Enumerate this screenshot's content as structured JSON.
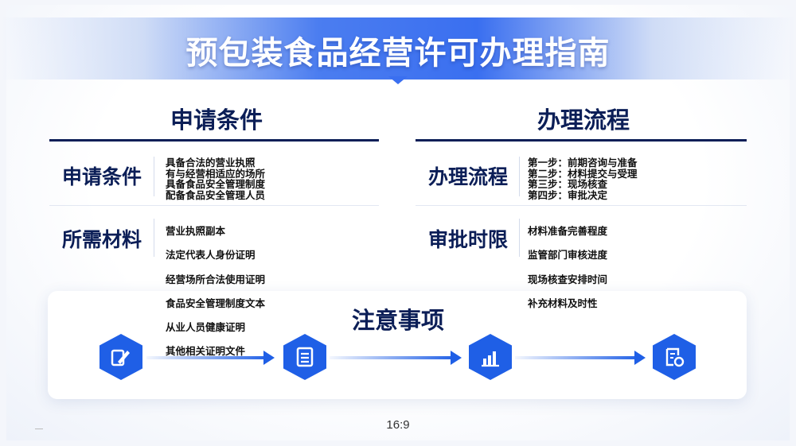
{
  "title": "预包装食品经营许可办理指南",
  "left": {
    "heading": "申请条件",
    "rows": [
      {
        "label": "申请条件",
        "items": [
          "具备合法的营业执照",
          "有与经营相适应的场所",
          "具备食品安全管理制度",
          "配备食品安全管理人员"
        ]
      },
      {
        "label": "所需材料",
        "items": [
          "营业执照副本",
          "法定代表人身份证明",
          "经营场所合法使用证明",
          "食品安全管理制度文本",
          "从业人员健康证明",
          "其他相关证明文件"
        ]
      }
    ]
  },
  "right": {
    "heading": "办理流程",
    "rows": [
      {
        "label": "办理流程",
        "items": [
          "第一步：前期咨询与准备",
          "第二步：材料提交与受理",
          "第三步：现场核查",
          "第四步：审批决定"
        ]
      },
      {
        "label": "审批时限",
        "items": [
          "材料准备完善程度",
          "监管部门审核进度",
          "现场核查安排时间",
          "补充材料及时性"
        ]
      }
    ]
  },
  "notice": {
    "title": "注意事项",
    "icons": [
      "edit-document-icon",
      "document-list-icon",
      "bar-chart-icon",
      "approval-form-icon"
    ]
  },
  "footer": {
    "ratio": "16:9"
  },
  "colors": {
    "navy": "#0b1e57",
    "accent_blue": "#1f5fe6",
    "banner_blue": "#3a6ff0"
  }
}
